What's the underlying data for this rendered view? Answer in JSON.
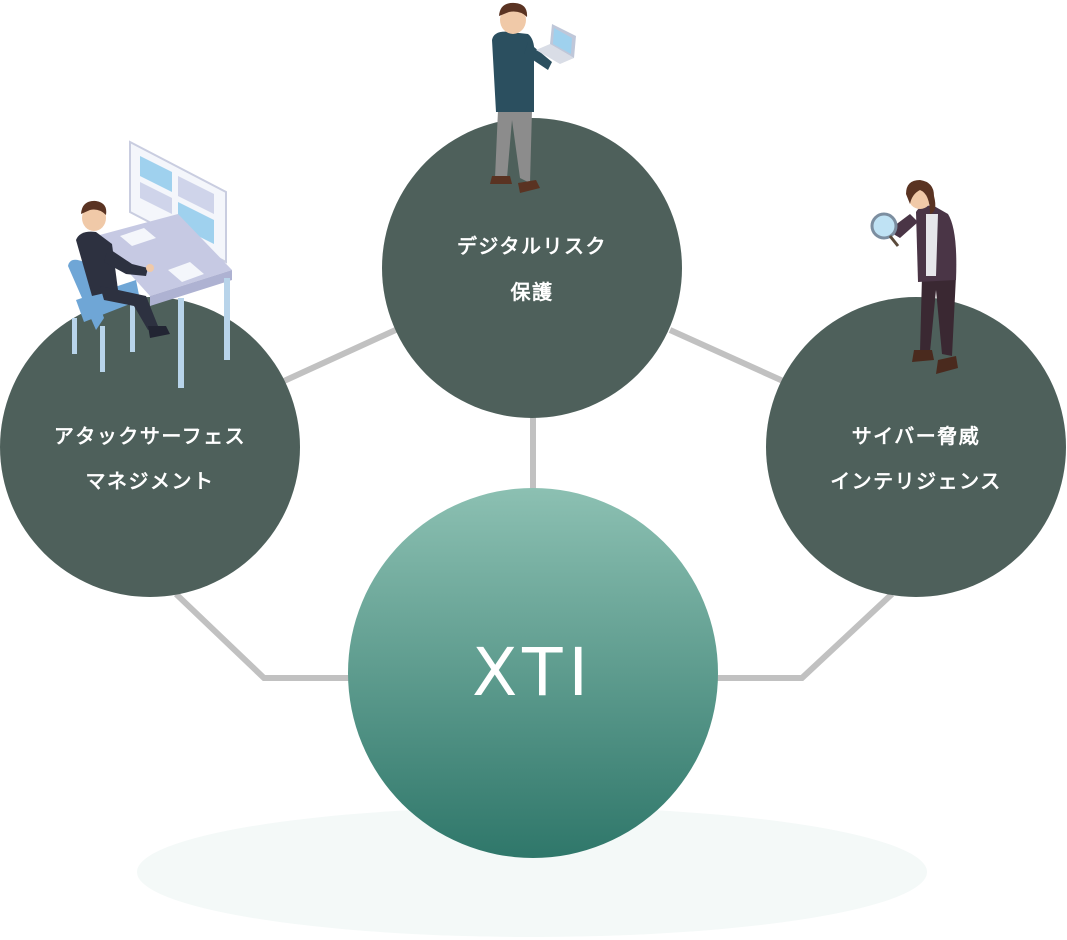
{
  "diagram": {
    "center": {
      "label": "XTI"
    },
    "nodes": [
      {
        "id": "digital-risk",
        "lines": [
          "デジタルリスク",
          "保護"
        ]
      },
      {
        "id": "attack-surface",
        "lines": [
          "アタックサーフェス",
          "マネジメント"
        ]
      },
      {
        "id": "cyber-threat",
        "lines": [
          "サイバー脅威",
          "インテリジェンス"
        ]
      }
    ],
    "colors": {
      "node_fill": "#4e605b",
      "center_gradient_top": "#8cc0b2",
      "center_gradient_bottom": "#2f776a",
      "connector": "#c1c1c1",
      "ground_shadow": "#f4f9f8"
    },
    "illustrations": [
      {
        "name": "person-with-laptop-illustration"
      },
      {
        "name": "person-at-desk-monitor-illustration"
      },
      {
        "name": "person-with-magnifier-illustration"
      }
    ]
  }
}
